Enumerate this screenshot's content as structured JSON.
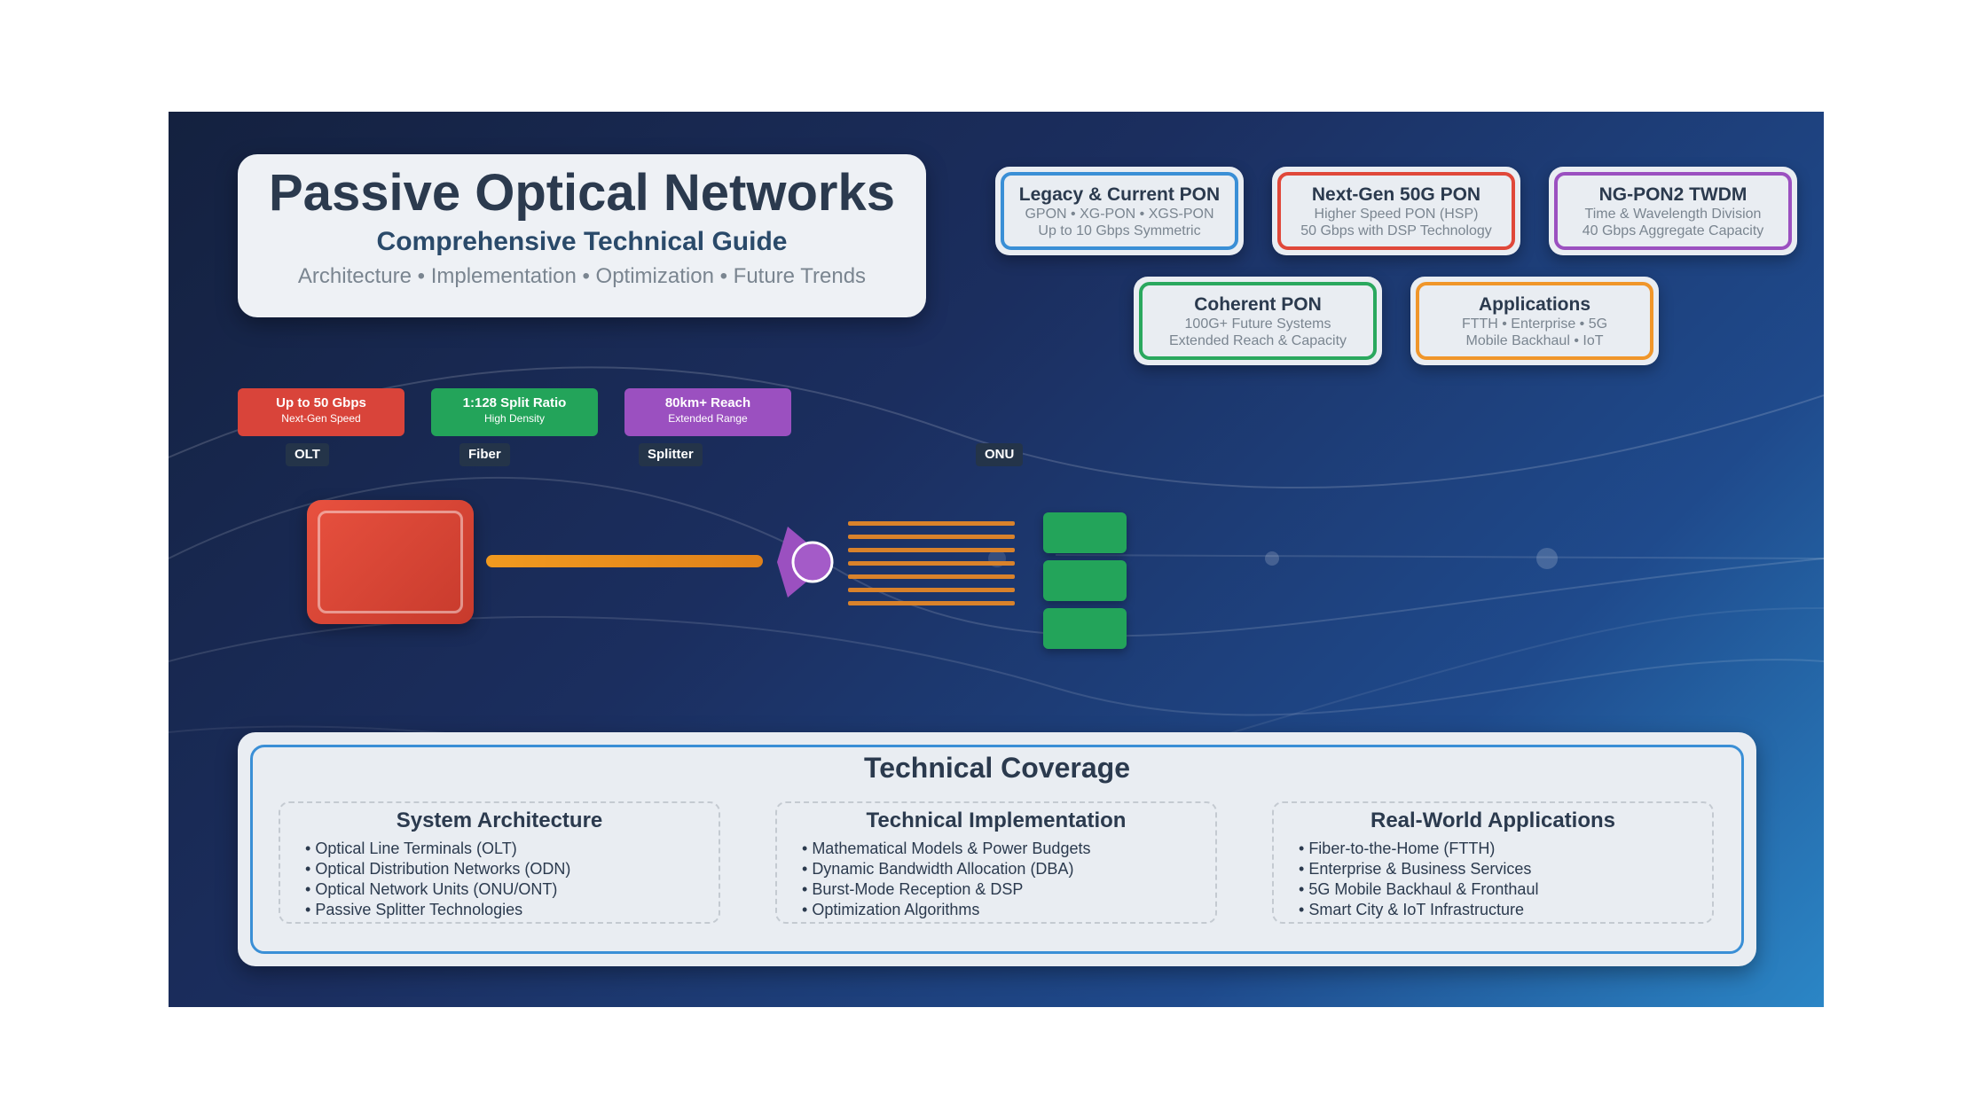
{
  "title": {
    "main": "Passive Optical Networks",
    "subtitle": "Comprehensive Technical Guide",
    "tagline": "Architecture • Implementation • Optimization • Future Trends"
  },
  "tech_cards": [
    {
      "title": "Legacy & Current PON",
      "line1": "GPON • XG-PON • XGS-PON",
      "line2": "Up to 10 Gbps Symmetric",
      "color": "#3a8fd6"
    },
    {
      "title": "Next-Gen 50G PON",
      "line1": "Higher Speed PON (HSP)",
      "line2": "50 Gbps with DSP Technology",
      "color": "#e0483a"
    },
    {
      "title": "NG-PON2 TWDM",
      "line1": "Time & Wavelength Division",
      "line2": "40 Gbps Aggregate Capacity",
      "color": "#9b50c0"
    },
    {
      "title": "Coherent PON",
      "line1": "100G+ Future Systems",
      "line2": "Extended Reach & Capacity",
      "color": "#2aa85e"
    },
    {
      "title": "Applications",
      "line1": "FTTH • Enterprise • 5G",
      "line2": "Mobile Backhaul • IoT",
      "color": "#f0962a"
    }
  ],
  "stats": [
    {
      "value": "Up to 50 Gbps",
      "desc": "Next-Gen Speed",
      "color": "#d9443a"
    },
    {
      "value": "1:128 Split Ratio",
      "desc": "High Density",
      "color": "#23a45a"
    },
    {
      "value": "80km+ Reach",
      "desc": "Extended Range",
      "color": "#9b50c0"
    }
  ],
  "components": {
    "olt": "OLT",
    "fiber": "Fiber",
    "splitter": "Splitter",
    "onu": "ONU"
  },
  "coverage": {
    "title": "Technical Coverage",
    "columns": [
      {
        "heading": "System Architecture",
        "items": [
          "Optical Line Terminals (OLT)",
          "Optical Distribution Networks (ODN)",
          "Optical Network Units (ONU/ONT)",
          "Passive Splitter Technologies"
        ]
      },
      {
        "heading": "Technical Implementation",
        "items": [
          "Mathematical Models & Power Budgets",
          "Dynamic Bandwidth Allocation (DBA)",
          "Burst-Mode Reception & DSP",
          "Optimization Algorithms"
        ]
      },
      {
        "heading": "Real-World Applications",
        "items": [
          "Fiber-to-the-Home (FTTH)",
          "Enterprise & Business Services",
          "5G Mobile Backhaul & Fronthaul",
          "Smart City & IoT Infrastructure"
        ]
      }
    ]
  }
}
